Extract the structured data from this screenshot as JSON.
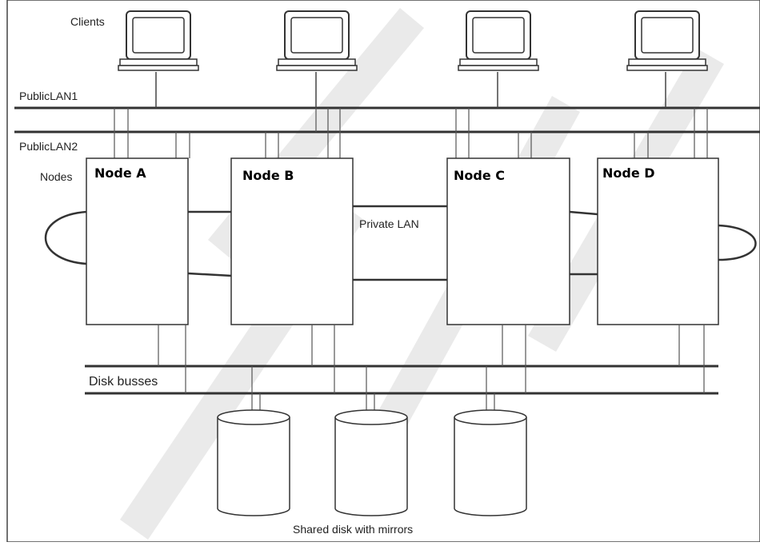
{
  "labels": {
    "clients": "Clients",
    "public_lan1": "PublicLAN1",
    "public_lan2": "PublicLAN2",
    "nodes": "Nodes",
    "private_lan": "Private LAN",
    "disk_busses": "Disk busses",
    "shared_disk": "Shared disk with mirrors"
  },
  "nodes": [
    {
      "name": "Node A"
    },
    {
      "name": "Node B"
    },
    {
      "name": "Node C"
    },
    {
      "name": "Node D"
    }
  ],
  "clients": [
    {
      "icon": "computer-monitor-icon"
    },
    {
      "icon": "computer-monitor-icon"
    },
    {
      "icon": "computer-monitor-icon"
    },
    {
      "icon": "computer-monitor-icon"
    }
  ],
  "disks": [
    {
      "icon": "disk-cylinder-icon"
    },
    {
      "icon": "disk-cylinder-icon"
    },
    {
      "icon": "disk-cylinder-icon"
    }
  ],
  "colors": {
    "line": "#333333",
    "thin_line": "#555555",
    "watermark": "#d9d9d9"
  }
}
